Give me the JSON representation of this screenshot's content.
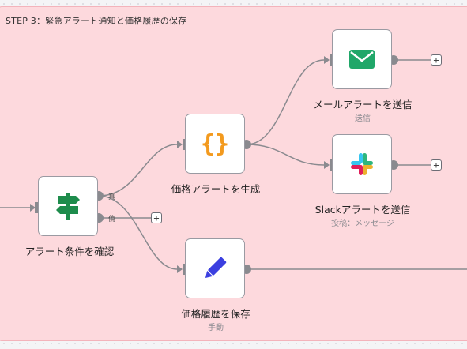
{
  "sticky": {
    "title": "STEP 3：緊急アラート通知と価格履歴の保存"
  },
  "nodes": {
    "check": {
      "label": "アラート条件を確認"
    },
    "generate": {
      "label": "価格アラートを生成"
    },
    "save": {
      "label": "価格履歴を保存",
      "sub": "手動"
    },
    "mail": {
      "label": "メールアラートを送信",
      "sub": "送信"
    },
    "slack": {
      "label": "Slackアラートを送信",
      "sub": "投稿：メッセージ"
    }
  },
  "branches": {
    "true_label": "真",
    "false_label": "偽"
  },
  "plus_symbol": "+",
  "colors": {
    "sticky_bg": "#fdd9dd",
    "edge": "#8a8a8f",
    "if_icon": "#1e8c4c",
    "code_icon": "#f39a1e",
    "pen_icon": "#3b3fe0",
    "gmail_icon": "#20a769"
  },
  "icons": {
    "check": "signpost-icon",
    "generate": "code-braces-icon",
    "save": "pen-icon",
    "mail": "envelope-icon",
    "slack": "slack-logo-icon"
  }
}
